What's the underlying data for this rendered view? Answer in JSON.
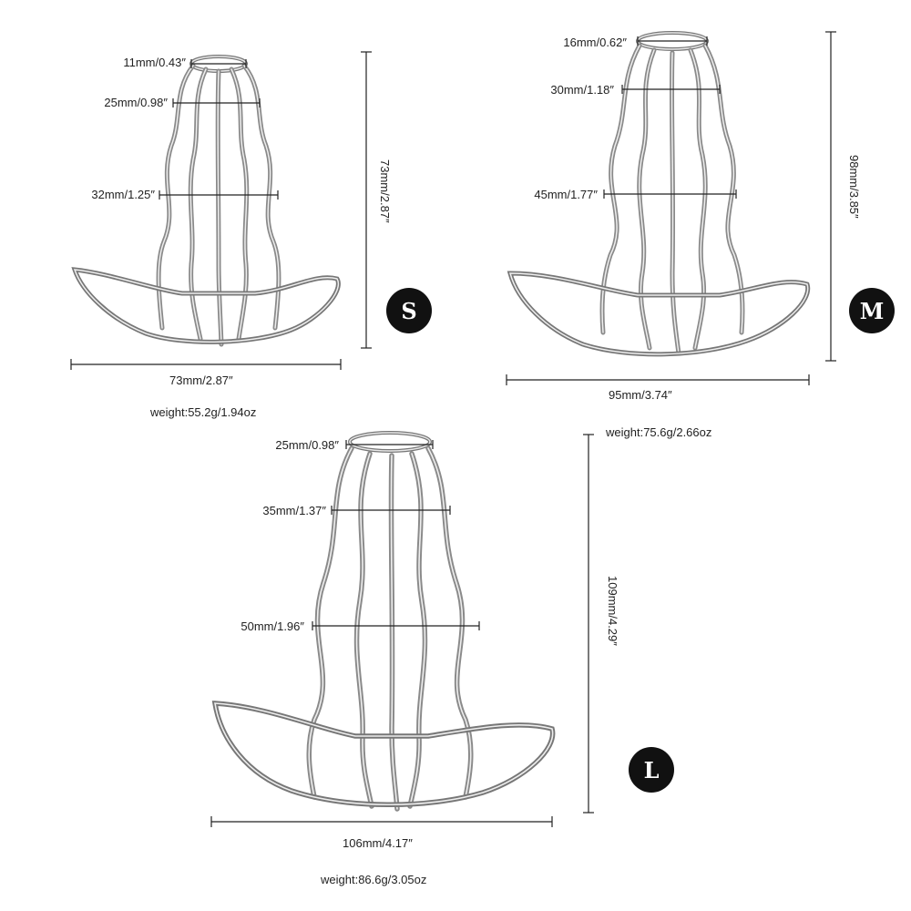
{
  "sizes": [
    {
      "size_label": "S",
      "dimensions": {
        "tip_diameter": "11mm/0.43″",
        "neck_diameter": "25mm/0.98″",
        "bulb_diameter": "32mm/1.25″",
        "height": "73mm/2.87″",
        "base_width": "73mm/2.87″"
      },
      "weight": "weight:55.2g/1.94oz"
    },
    {
      "size_label": "M",
      "dimensions": {
        "tip_diameter": "16mm/0.62″",
        "neck_diameter": "30mm/1.18″",
        "bulb_diameter": "45mm/1.77″",
        "height": "98mm/3.85″",
        "base_width": "95mm/3.74″"
      },
      "weight": "weight:75.6g/2.66oz"
    },
    {
      "size_label": "L",
      "dimensions": {
        "tip_diameter": "25mm/0.98″",
        "neck_diameter": "35mm/1.37″",
        "bulb_diameter": "50mm/1.96″",
        "height": "109mm/4.29″",
        "base_width": "106mm/4.17″"
      },
      "weight": "weight:86.6g/3.05oz"
    }
  ],
  "colors": {
    "metal_dark": "#6f6f6f",
    "metal_light": "#d8d8d8",
    "dimension_line": "#222222",
    "badge": "#111111"
  }
}
